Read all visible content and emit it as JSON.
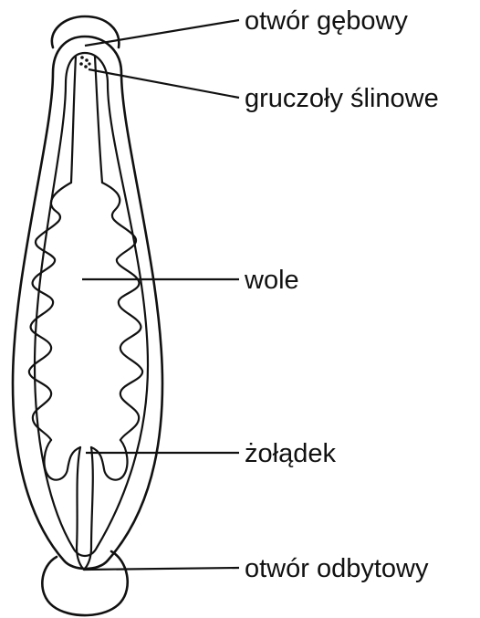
{
  "labels": {
    "mouth": "otwór gębowy",
    "salivary_glands": "gruczoły ślinowe",
    "crop": "wole",
    "stomach": "żołądek",
    "anus": "otwór odbytowy"
  },
  "colors": {
    "ink": "#111111",
    "background": "#ffffff"
  }
}
